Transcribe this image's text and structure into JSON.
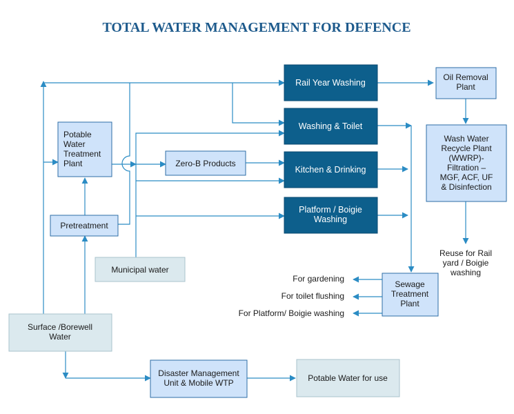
{
  "title": "TOTAL WATER MANAGEMENT FOR DEFENCE",
  "nodes": {
    "rail_yard_washing": [
      "Rail Year Washing"
    ],
    "washing_toilet": [
      "Washing & Toilet"
    ],
    "kitchen_drinking": [
      "Kitchen & Drinking"
    ],
    "platform_washing": [
      "Platform / Boigie",
      "Washing"
    ],
    "oil_removal": [
      "Oil Removal",
      "Plant"
    ],
    "wwrp": [
      "Wash Water",
      "Recycle Plant",
      "(WWRP)-",
      "Filtration –",
      "MGF, ACF, UF",
      "& Disinfection"
    ],
    "reuse": [
      "Reuse for Rail",
      "yard / Boigie",
      "washing"
    ],
    "potable_plant": [
      "Potable",
      "Water",
      "Treatment",
      "Plant"
    ],
    "zero_b": [
      "Zero-B Products"
    ],
    "pretreatment": [
      "Pretreatment"
    ],
    "municipal": [
      "Municipal water"
    ],
    "stp": [
      "Sewage",
      "Treatment",
      "Plant"
    ],
    "gardening": [
      "For gardening"
    ],
    "toilet_flushing": [
      "For toilet flushing"
    ],
    "platform_reuse": [
      "For Platform/ Boigie washing"
    ],
    "surface_water": [
      "Surface /Borewell",
      "Water"
    ],
    "disaster_unit": [
      "Disaster Management",
      "Unit & Mobile WTP"
    ],
    "potable_use": [
      "Potable Water for use"
    ]
  },
  "colors": {
    "title": "#1d5a8c",
    "dark_box": "#0d5f8c",
    "light_box": "#cfe3fa",
    "grey_box": "#dbe9ee",
    "line": "#2b8cc4"
  }
}
